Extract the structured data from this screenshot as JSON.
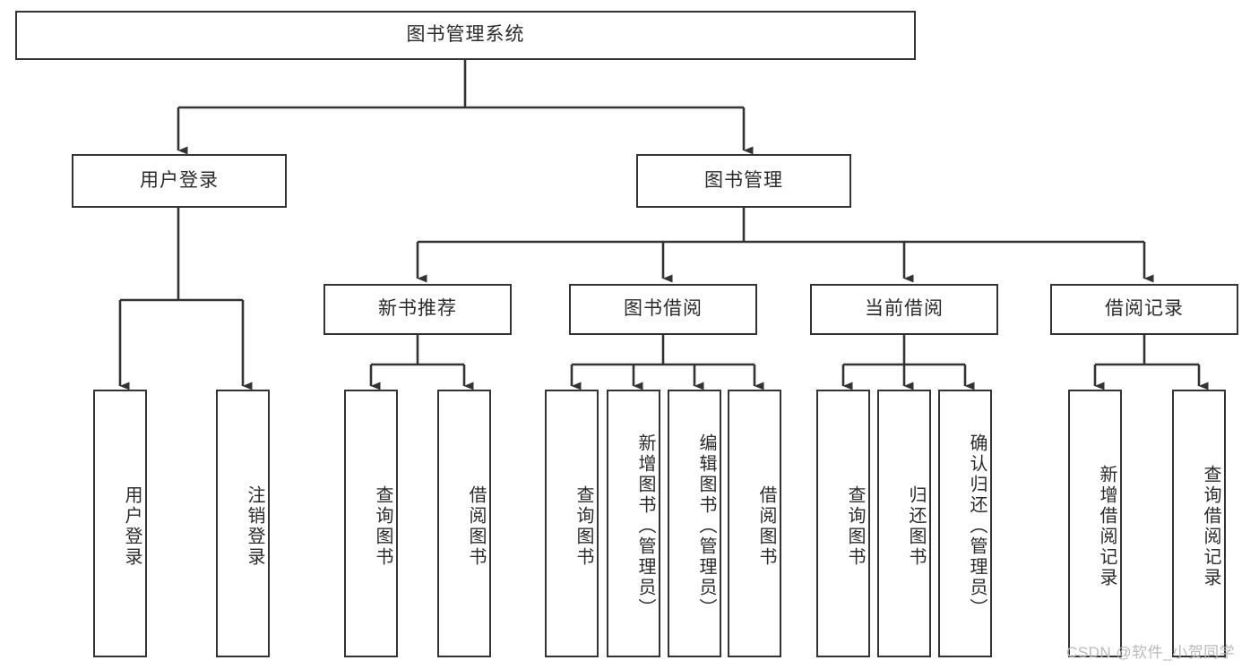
{
  "diagram": {
    "title": "图书管理系统",
    "watermark": "CSDN @软件_小贺同学",
    "colors": {
      "background": "#ffffff",
      "box_border": "#333333",
      "box_fill": "#ffffff",
      "text": "#2b2b2b",
      "connector": "#333333",
      "watermark": "#b9b9b9"
    },
    "root": {
      "label": "图书管理系统"
    },
    "level1": [
      {
        "label": "用户登录"
      },
      {
        "label": "图书管理"
      }
    ],
    "level2": [
      {
        "label": "新书推荐"
      },
      {
        "label": "图书借阅"
      },
      {
        "label": "当前借阅"
      },
      {
        "label": "借阅记录"
      }
    ],
    "leaves": {
      "user_login": [
        {
          "label": "用户登录"
        },
        {
          "label": "注销登录"
        }
      ],
      "new_book_recommend": [
        {
          "label": "查询图书"
        },
        {
          "label": "借阅图书"
        }
      ],
      "book_borrow": [
        {
          "label": "查询图书"
        },
        {
          "label": "新增图书（管理员）"
        },
        {
          "label": "编辑图书（管理员）"
        },
        {
          "label": "借阅图书"
        }
      ],
      "current_borrow": [
        {
          "label": "查询图书"
        },
        {
          "label": "归还图书"
        },
        {
          "label": "确认归还（管理员）"
        }
      ],
      "borrow_record": [
        {
          "label": "新增借阅记录"
        },
        {
          "label": "查询借阅记录"
        }
      ]
    }
  }
}
